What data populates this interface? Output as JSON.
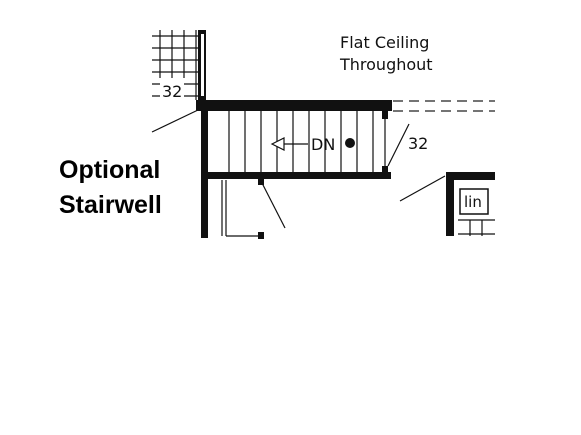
{
  "labels": {
    "ceiling_line1": "Flat Ceiling",
    "ceiling_line2": "Throughout",
    "stair_direction": "DN",
    "door_width_left": "32",
    "door_width_right": "32",
    "linen": "lin",
    "title_line1": "Optional",
    "title_line2": "Stairwell"
  }
}
